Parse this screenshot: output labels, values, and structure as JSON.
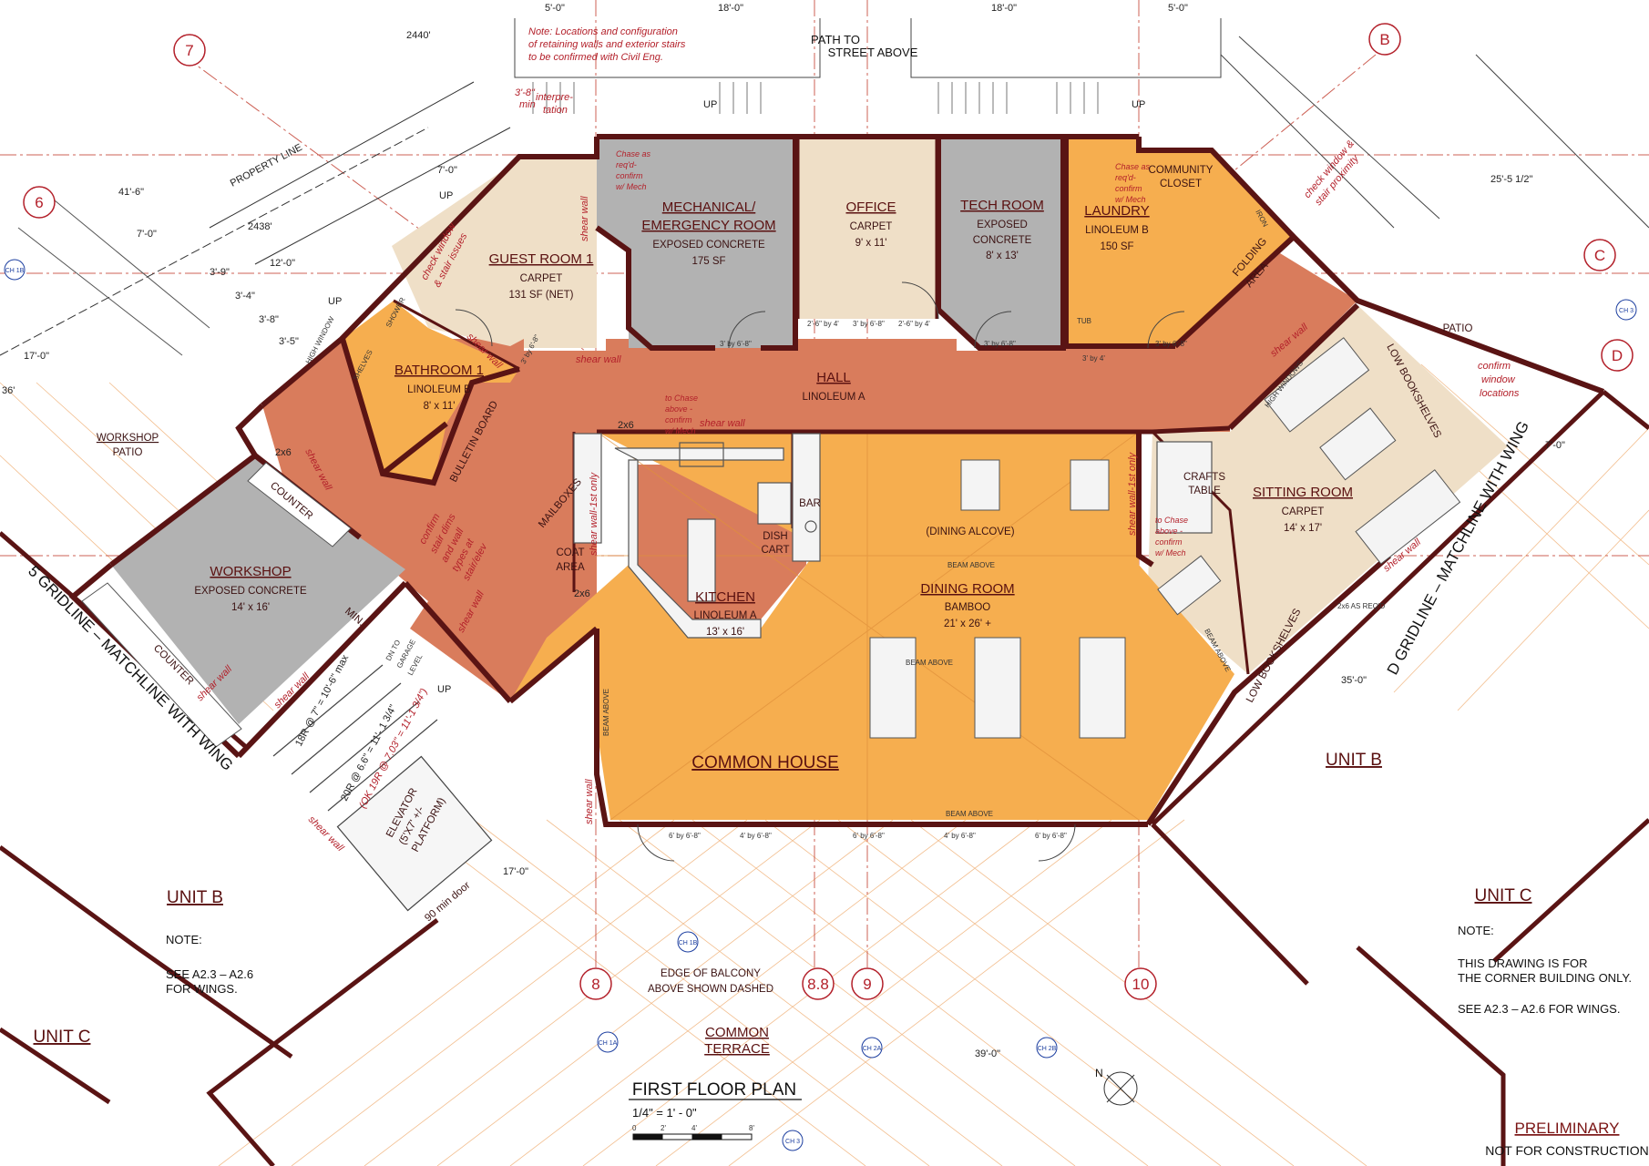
{
  "rooms": {
    "mechanical": {
      "name": "MECHANICAL/",
      "name2": "EMERGENCY ROOM",
      "finish": "EXPOSED CONCRETE",
      "size": "175 SF"
    },
    "office": {
      "name": "OFFICE",
      "finish": "CARPET",
      "size": "9' x 11'"
    },
    "tech": {
      "name": "TECH ROOM",
      "finish": "EXPOSED",
      "finish2": "CONCRETE",
      "size": "8' x 13'"
    },
    "laundry": {
      "name": "LAUNDRY",
      "finish": "LINOLEUM B",
      "size": "150 SF"
    },
    "community_closet": {
      "name": "COMMUNITY",
      "name2": "CLOSET"
    },
    "guest": {
      "name": "GUEST ROOM 1",
      "finish": "CARPET",
      "size": "131 SF (NET)"
    },
    "bathroom": {
      "name": "BATHROOM 1",
      "finish": "LINOLEUM B",
      "size": "8' x 11'"
    },
    "hall": {
      "name": "HALL",
      "finish": "LINOLEUM A"
    },
    "workshop": {
      "name": "WORKSHOP",
      "finish": "EXPOSED CONCRETE",
      "size": "14' x 16'"
    },
    "kitchen": {
      "name": "KITCHEN",
      "finish": "LINOLEUM A",
      "size": "13' x 16'"
    },
    "dining": {
      "name": "DINING ROOM",
      "finish": "BAMBOO",
      "size": "21' x 26' +"
    },
    "dining_alcove": "(DINING  ALCOVE)",
    "sitting": {
      "name": "SITTING ROOM",
      "finish": "CARPET",
      "size": "14' x 17'"
    },
    "common_house": "COMMON HOUSE",
    "elevator": {
      "l1": "ELEVATOR",
      "l2": "(5'X7' +/-",
      "l3": "PLATFORM)"
    }
  },
  "fixtures": {
    "shower": "SHOWER",
    "shelves": "SHELVES",
    "high_window": "HIGH WINDOW",
    "bulletin": "BULLETIN BOARD",
    "mailboxes": "MAILBOXES",
    "coat": "COAT",
    "coat2": "AREA",
    "dish": "DISH",
    "dish2": "CART",
    "bar": "BAR",
    "crafts": "CRAFTS",
    "crafts2": "TABLE",
    "counter1": "COUNTER",
    "counter2": "COUNTER",
    "min": "MIN.",
    "folding": "FOLDING",
    "folding2": "AREA",
    "iron": "IRON",
    "tub": "TUB",
    "low_bookshelves1": "LOW BOOKSHELVES",
    "low_bookshelves2": "LOW BOOKSHELVES",
    "high_windows": "HIGH WINDOWS",
    "beam_above1": "BEAM ABOVE",
    "beam_above2": "BEAM ABOVE",
    "beam_above3": "BEAM ABOVE",
    "beam_above4": "BEAM ABOVE",
    "beam_above5": "BEAM ABOVE"
  },
  "outside": {
    "workshop_patio": "WORKSHOP",
    "workshop_patio2": "PATIO",
    "patio": "PATIO",
    "path": "PATH TO",
    "path2": "STREET ABOVE",
    "up1": "UP",
    "up2": "UP",
    "up3": "UP",
    "up4": "UP",
    "up5": "UP",
    "common_terrace": "COMMON",
    "common_terrace2": "TERRACE",
    "edge_balcony": "EDGE OF BALCONY",
    "edge_balcony2": "ABOVE SHOWN DASHED",
    "property_line": "PROPERTY LINE",
    "dn_garage1": "DN TO",
    "dn_garage2": "GARAGE",
    "dn_garage3": "LEVEL",
    "door_90": "90 min door"
  },
  "units": {
    "unit_b_right": "UNIT B",
    "unit_b_left": "UNIT B",
    "unit_c_left": "UNIT C",
    "unit_c_right": "UNIT C"
  },
  "notes": {
    "left_title": "NOTE:",
    "left_1": "SEE A2.3 – A2.6",
    "left_2": "FOR WINGS.",
    "right_title": "NOTE:",
    "right_1": "THIS DRAWING IS FOR",
    "right_2": "THE CORNER BUILDING ONLY.",
    "right_3": "SEE A2.3 – A2.6 FOR WINGS.",
    "top_1": "Note: Locations and configuration",
    "top_2": "of retaining walls and exterior stairs",
    "top_3": "to be confirmed with Civil Eng."
  },
  "red_notes": {
    "check_window1": "check window",
    "check_window2": "& stair issues",
    "check_window_r1": "check window &",
    "check_window_r2": "stair proximity",
    "confirm_window1": "confirm",
    "confirm_window2": "window",
    "confirm_window3": "locations",
    "interp1": "3'-8\"",
    "interp2": "min",
    "interp3": "interpre-",
    "interp4": "tation",
    "chase1": "Chase as",
    "chase2": "req'd-",
    "chase3": "confirm",
    "chase4": "w/ Mech",
    "chase_c1": "to Chase",
    "chase_c2": "above -",
    "chase_c3": "confirm",
    "chase_c4": "w/ Mech",
    "confirm_stair1": "confirm",
    "confirm_stair2": "stair dims",
    "confirm_stair3": "and wall",
    "confirm_stair4": "types at",
    "confirm_stair5": "stair/elev",
    "stair1": "18R @ 7\" = 10'-6\" max",
    "stair2": "20R @ 6.6\" = 11'- 1 3/4\"",
    "stair3": "(OK 19R @ 7.03\" = 11'-1 3/4\")",
    "shear": "shear wall",
    "wall_1st": "shear wall-1st only",
    "shear_1st": "shear wall-1st only"
  },
  "gridlines": {
    "g6": "6",
    "g7": "7",
    "g8": "8",
    "g88": "8.8",
    "g9": "9",
    "g10": "10",
    "gB": "B",
    "gC": "C",
    "gD": "D",
    "matchline_5": "5 GRIDLINE – MATCHLINE WITH WING",
    "matchline_d": "D GRIDLINE – MATCHLINE WITH WING"
  },
  "dimensions": {
    "d1": "5'-0\"",
    "d2": "18'-0\"",
    "d3": "18'-0\"",
    "d4": "5'-0\"",
    "d5": "2440'",
    "d6": "2438'",
    "d7": "41'-6\"",
    "d8": "7'-0\"",
    "d9": "12'-0\"",
    "d10": "3'-9\"",
    "d11": "3'-4\"",
    "d12": "3'-8\"",
    "d13": "3'-5\"",
    "d14": "17'-0\"",
    "d15": "36'",
    "d16": "25'-5 1/2\"",
    "d17": "7'-0\"",
    "d18": "35'-0\"",
    "d19": "39'-0\"",
    "d20": "17'-0\"",
    "d21": "7'-0\"",
    "d22": "2x6",
    "d23": "2x6",
    "d24": "2x6",
    "d25": "2x6 AS REQ'D"
  },
  "doors": {
    "dr1": "3' by 6'-8\"",
    "dr2": "3' by 6'-8\"",
    "dr3": "2'-6\" by 4'",
    "dr4": "3' by 6'-8\"",
    "dr5": "2'-6\" by 4'",
    "dr6": "3' by 6'-8\"",
    "dr7": "3' by 4'",
    "dr8": "3' by 6'-8\"",
    "dr9": "6' by 6'-8\"",
    "dr10": "4' by 6'-8\"",
    "dr11": "6' by 6'-8\"",
    "dr12": "4' by 6'-8\"",
    "dr13": "6' by 6'-8\""
  },
  "callouts": {
    "ch1b_a": "CH 1B",
    "ch1b_b": "CH 1B",
    "ch1a": "CH 1A",
    "ch2a": "CH 2A",
    "ch2b": "CH 2B",
    "ch3a": "CH 3",
    "ch3b": "CH 3"
  },
  "title": {
    "name": "FIRST FLOOR PLAN",
    "scale": "1/4\" = 1' - 0\"",
    "bar0": "0",
    "bar2": "2'",
    "bar4": "4'",
    "bar8": "8'",
    "north": "N"
  },
  "stamp": {
    "line1": "PRELIMINARY",
    "line2": "NOT FOR CONSTRUCTION"
  },
  "colors": {
    "wall": "#5a1414",
    "hall": "#d97c5c",
    "orange": "#f6ae4f",
    "gray": "#b2b2b2",
    "beige": "#efdfc7",
    "red_ink": "#b3202a",
    "grid_line": "#f0b27a"
  }
}
